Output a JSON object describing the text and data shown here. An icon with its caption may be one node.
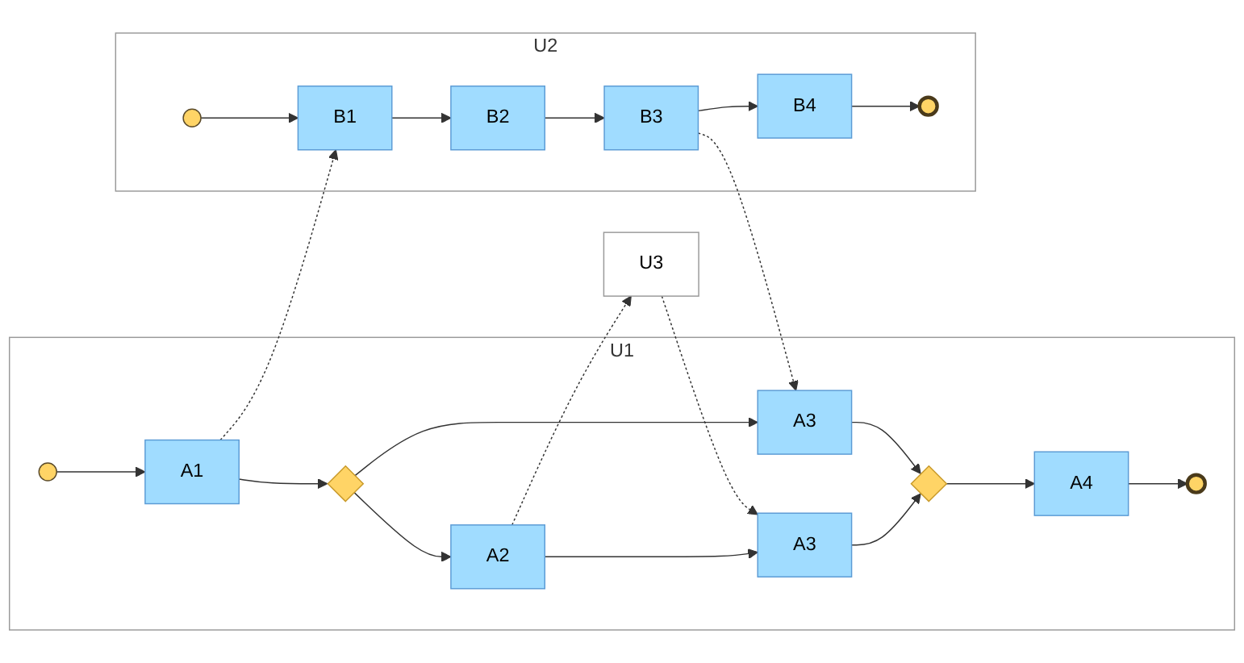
{
  "diagram": {
    "nodes": [
      {
        "text": [
          "U3"
        ]
      },
      {
        "text": [
          "U1"
        ]
      },
      {
        "text": [],
        "shape": "circle",
        "in": 1
      },
      {
        "text": [
          "A1"
        ],
        "in": 1
      },
      {
        "text": [],
        "shape": "diamond",
        "in": 1
      },
      {
        "text": [
          "A2"
        ],
        "in": 1
      },
      {
        "text": [
          "A3"
        ],
        "in": 1
      },
      {
        "text": [
          "A3"
        ],
        "in": 1
      },
      {
        "text": [],
        "shape": "diamond",
        "in": 1
      },
      {
        "text": [
          "A4"
        ],
        "in": 1
      },
      {
        "text": [],
        "shape": "circle",
        "in": 1
      },
      {
        "text": [
          "U2"
        ]
      },
      {
        "text": [],
        "shape": "circle",
        "in": 11
      },
      {
        "text": [
          "B1"
        ],
        "in": 11
      },
      {
        "text": [
          "B2"
        ],
        "in": 11
      },
      {
        "text": [
          "B3"
        ],
        "in": 11
      },
      {
        "text": [
          "B4"
        ],
        "in": 11
      },
      {
        "text": [],
        "shape": "circle",
        "in": 11
      }
    ],
    "edges": [
      {
        "from": 2,
        "to": 3,
        "arrow": "to"
      },
      {
        "from": 3,
        "to": 4,
        "arrow": "to"
      },
      {
        "from": 4,
        "to": 5,
        "arrow": "to"
      },
      {
        "from": 4,
        "to": 7,
        "arrow": "to"
      },
      {
        "from": 5,
        "to": 6,
        "arrow": "to"
      },
      {
        "from": 6,
        "to": 8,
        "arrow": "to"
      },
      {
        "from": 7,
        "to": 8,
        "arrow": "to"
      },
      {
        "from": 8,
        "to": 9,
        "arrow": "to"
      },
      {
        "from": 9,
        "to": 10,
        "arrow": "to"
      },
      {
        "from": 5,
        "to": 0,
        "arrow": "to",
        "style": "dashed"
      },
      {
        "from": 0,
        "to": 6,
        "arrow": "to",
        "style": "dashed"
      },
      {
        "from": 3,
        "to": 13,
        "arrow": "to",
        "style": "dashed"
      },
      {
        "from": 15,
        "to": 7,
        "arrow": "to",
        "style": "dashed"
      },
      {
        "from": 12,
        "to": 13,
        "arrow": "to"
      },
      {
        "from": 13,
        "to": 14,
        "arrow": "to"
      },
      {
        "from": 14,
        "to": 15,
        "arrow": "to"
      },
      {
        "from": 15,
        "to": 16,
        "arrow": "to"
      },
      {
        "from": 16,
        "to": 17,
        "arrow": "to"
      }
    ]
  }
}
